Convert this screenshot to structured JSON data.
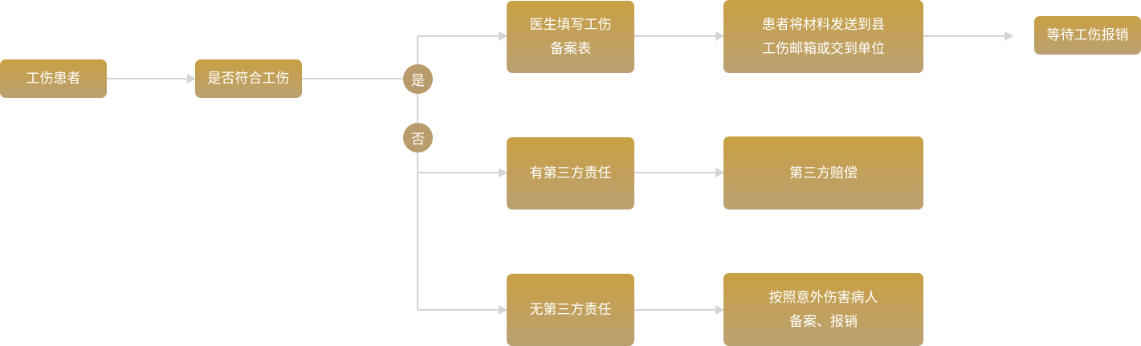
{
  "colors": {
    "node_top": "#c9a043",
    "node_bottom": "#bba172",
    "decision_circle": "#b99c6b",
    "connector": "#d4d4d4",
    "text": "#ffffff"
  },
  "nodes": {
    "patient": "工伤患者",
    "check": "是否符合工伤",
    "yes": "是",
    "no": "否",
    "doctor_fill_line1": "医生填写工伤",
    "doctor_fill_line2": "备案表",
    "submit_line1": "患者将材料发送到县",
    "submit_line2": "工伤邮箱或交到单位",
    "wait": "等待工伤报销",
    "third_party": "有第三方责任",
    "third_party_comp": "第三方赔偿",
    "no_third_party": "无第三方责任",
    "accident_line1": "按照意外伤害病人",
    "accident_line2": "备案、报销"
  }
}
